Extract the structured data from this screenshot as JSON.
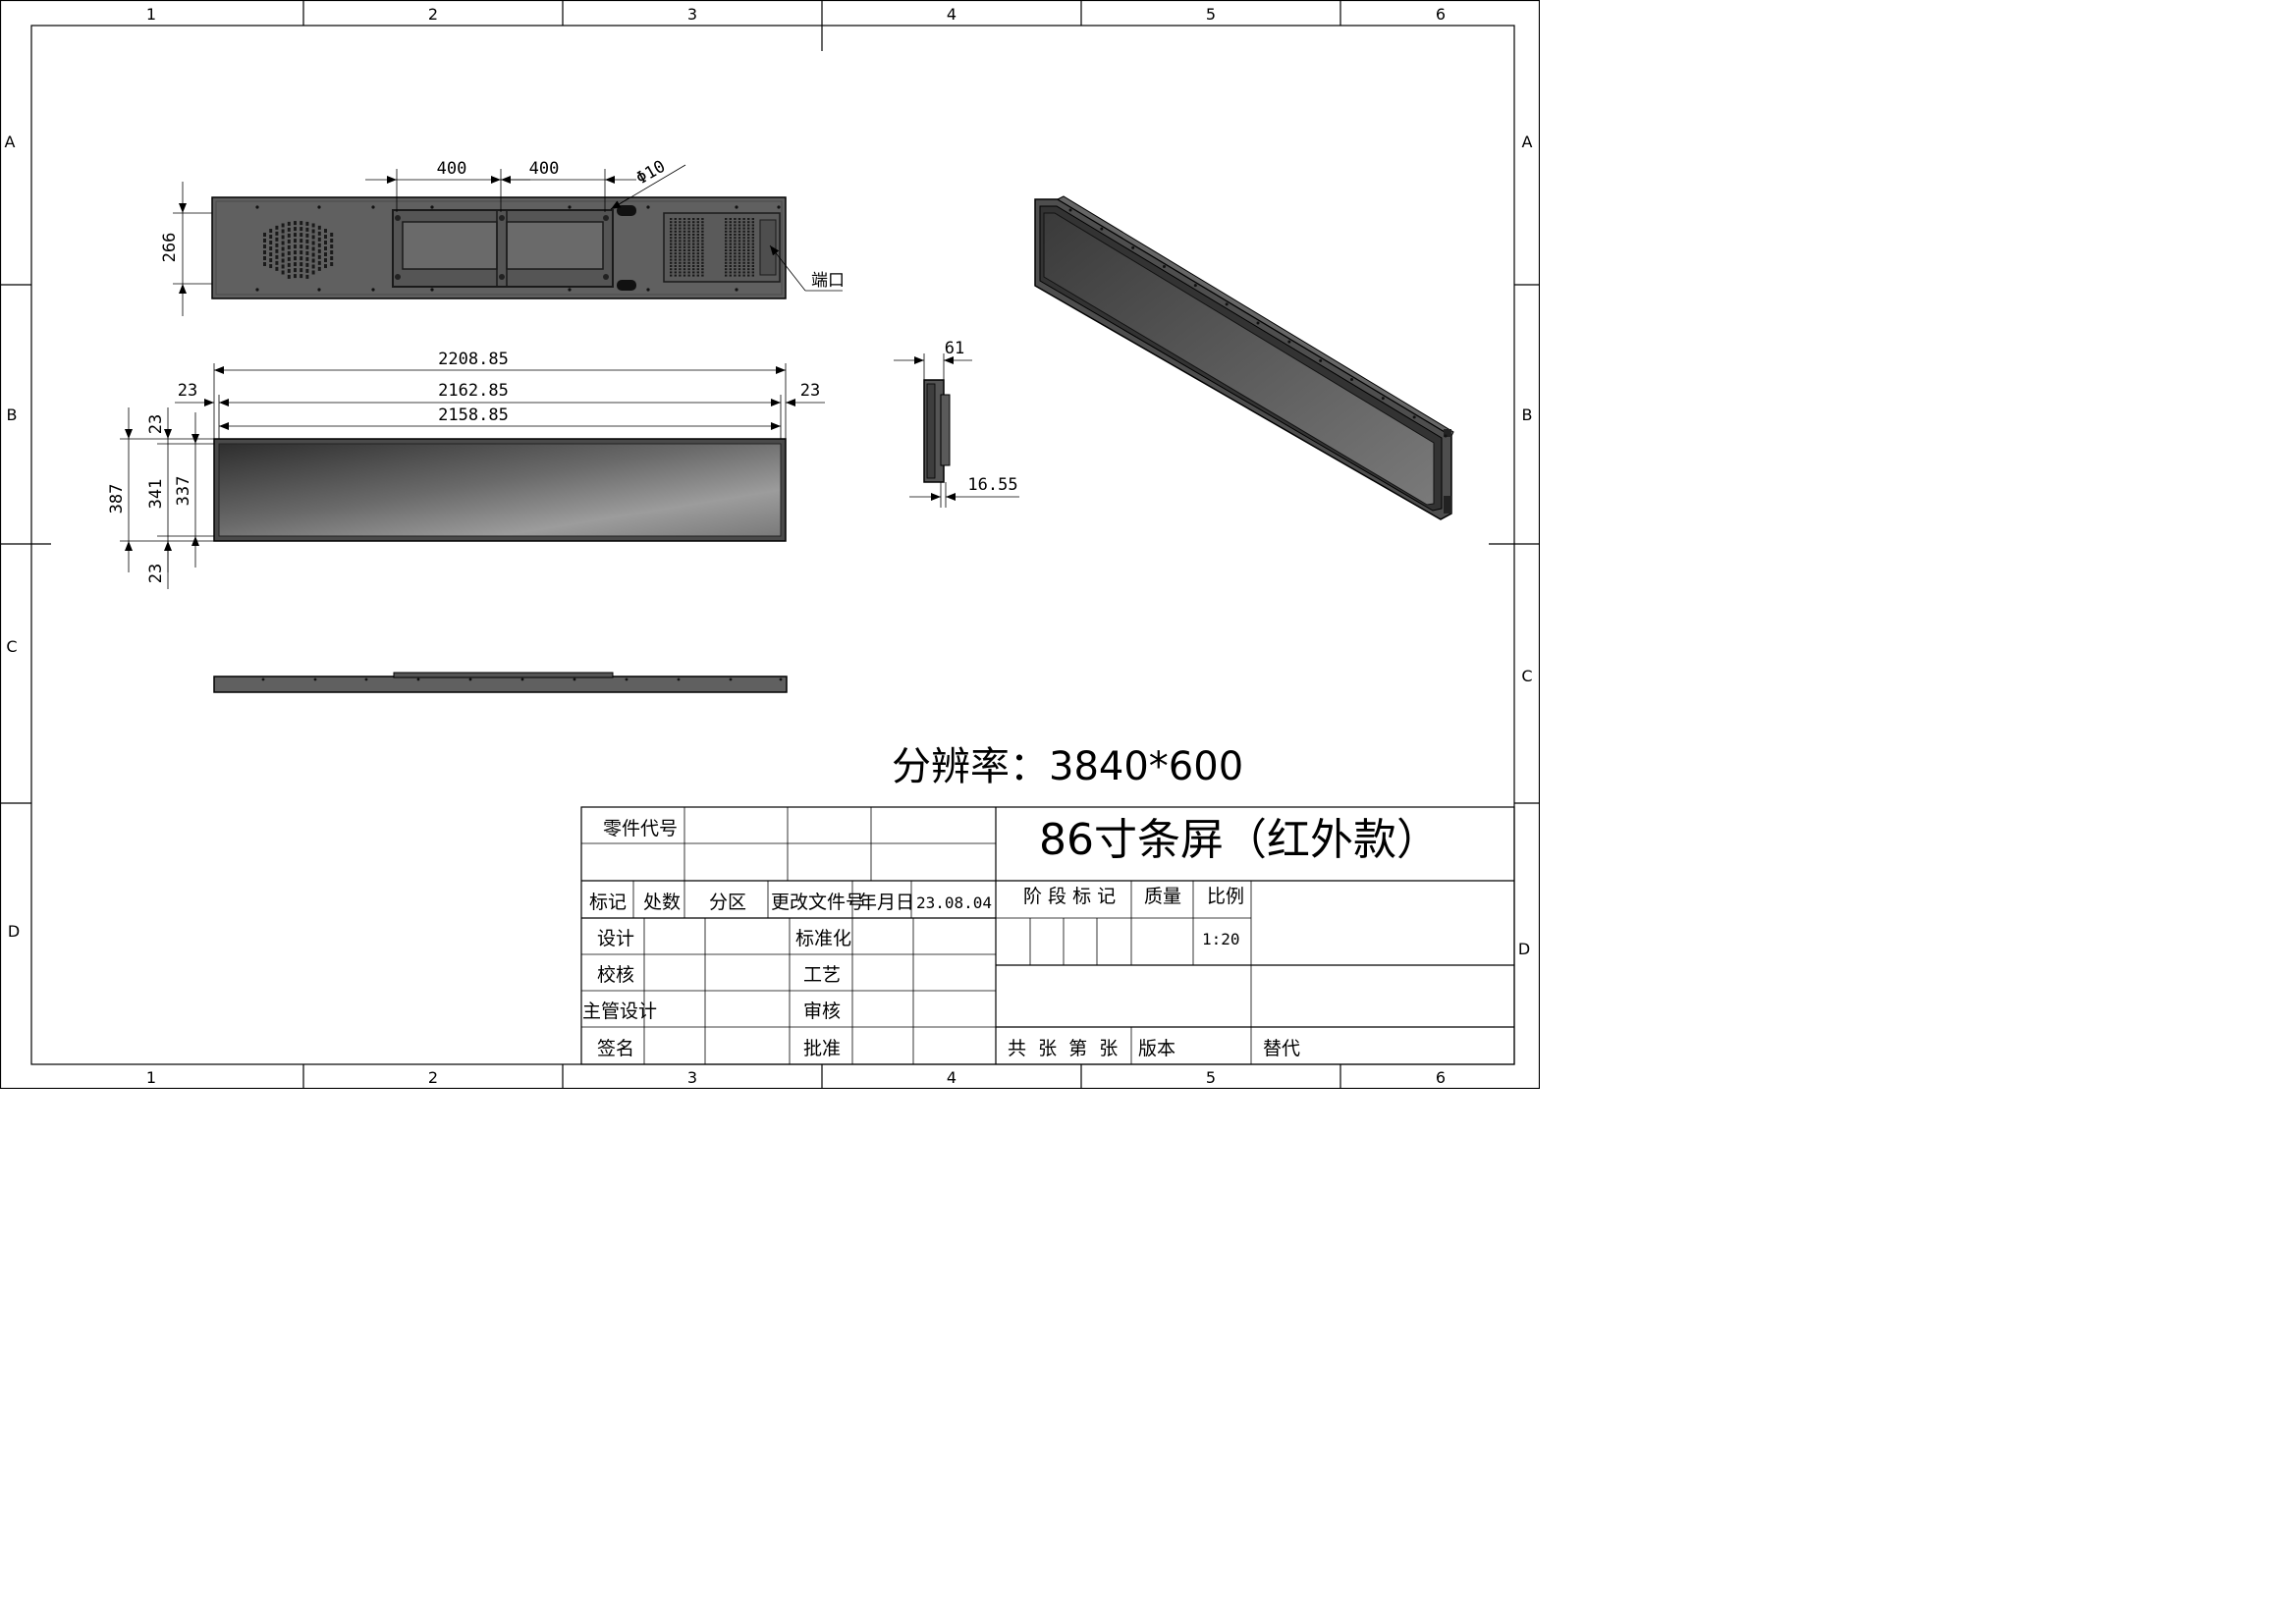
{
  "frame": {
    "columns": [
      "1",
      "2",
      "3",
      "4",
      "5",
      "6"
    ],
    "rows": [
      "A",
      "B",
      "C",
      "D"
    ]
  },
  "dimensions": {
    "top_400_left": "400",
    "top_400_right": "400",
    "hole_dia": "Φ10",
    "top_height": "266",
    "port_label": "端口",
    "overall_width": "2208.85",
    "mid_width": "2162.85",
    "inner_width": "2158.85",
    "border_left": "23",
    "border_right": "23",
    "border_top": "23",
    "border_bottom": "23",
    "overall_height": "387",
    "mid_height": "341",
    "inner_height": "337",
    "side_depth": "61",
    "side_offset": "16.55"
  },
  "resolution_label": "分辨率：3840*600",
  "title_block": {
    "title": "86寸条屏（红外款）",
    "part_code": "零件代号",
    "mark": "标记",
    "count": "处数",
    "zone": "分区",
    "change_doc": "更改文件号",
    "date_label": "年月日",
    "date_value": "23.08.04",
    "design": "设计",
    "standardize": "标准化",
    "check": "校核",
    "process": "工艺",
    "chief_design": "主管设计",
    "review": "审核",
    "sign": "签名",
    "approve": "批准",
    "stage_mark": "阶 段 标 记",
    "mass": "质量",
    "scale_label": "比例",
    "scale_value": "1:20",
    "sheets": "共  张  第  张",
    "version": "版本",
    "replace": "替代"
  },
  "colors": {
    "panel": "#5f5f5f",
    "panel_dark": "#3a3a3a"
  }
}
